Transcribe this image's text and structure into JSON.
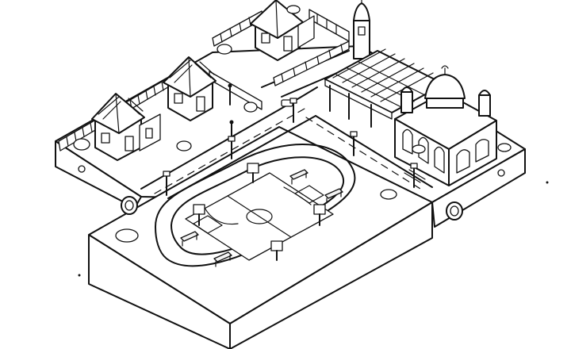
{
  "colors": {
    "ink": "#111111",
    "paper": "#ffffff",
    "shade": "#f3f3f3"
  },
  "scene": {
    "style": "black-and-white isometric line drawing",
    "elements": [
      "stadium",
      "basketball-court",
      "running-track",
      "houses",
      "mosque",
      "road",
      "street-lamps",
      "benches",
      "trees",
      "fences"
    ]
  }
}
